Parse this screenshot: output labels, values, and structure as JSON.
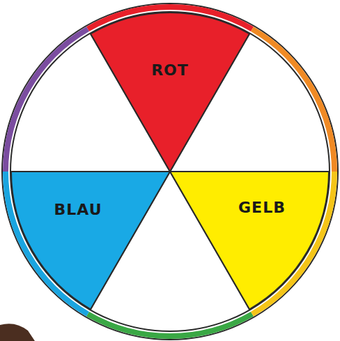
{
  "diagram": {
    "nodes": [
      {
        "text": [
          "ROT"
        ]
      },
      {
        "text": [
          "BLAU"
        ]
      },
      {
        "text": [
          "GELB"
        ]
      }
    ]
  }
}
